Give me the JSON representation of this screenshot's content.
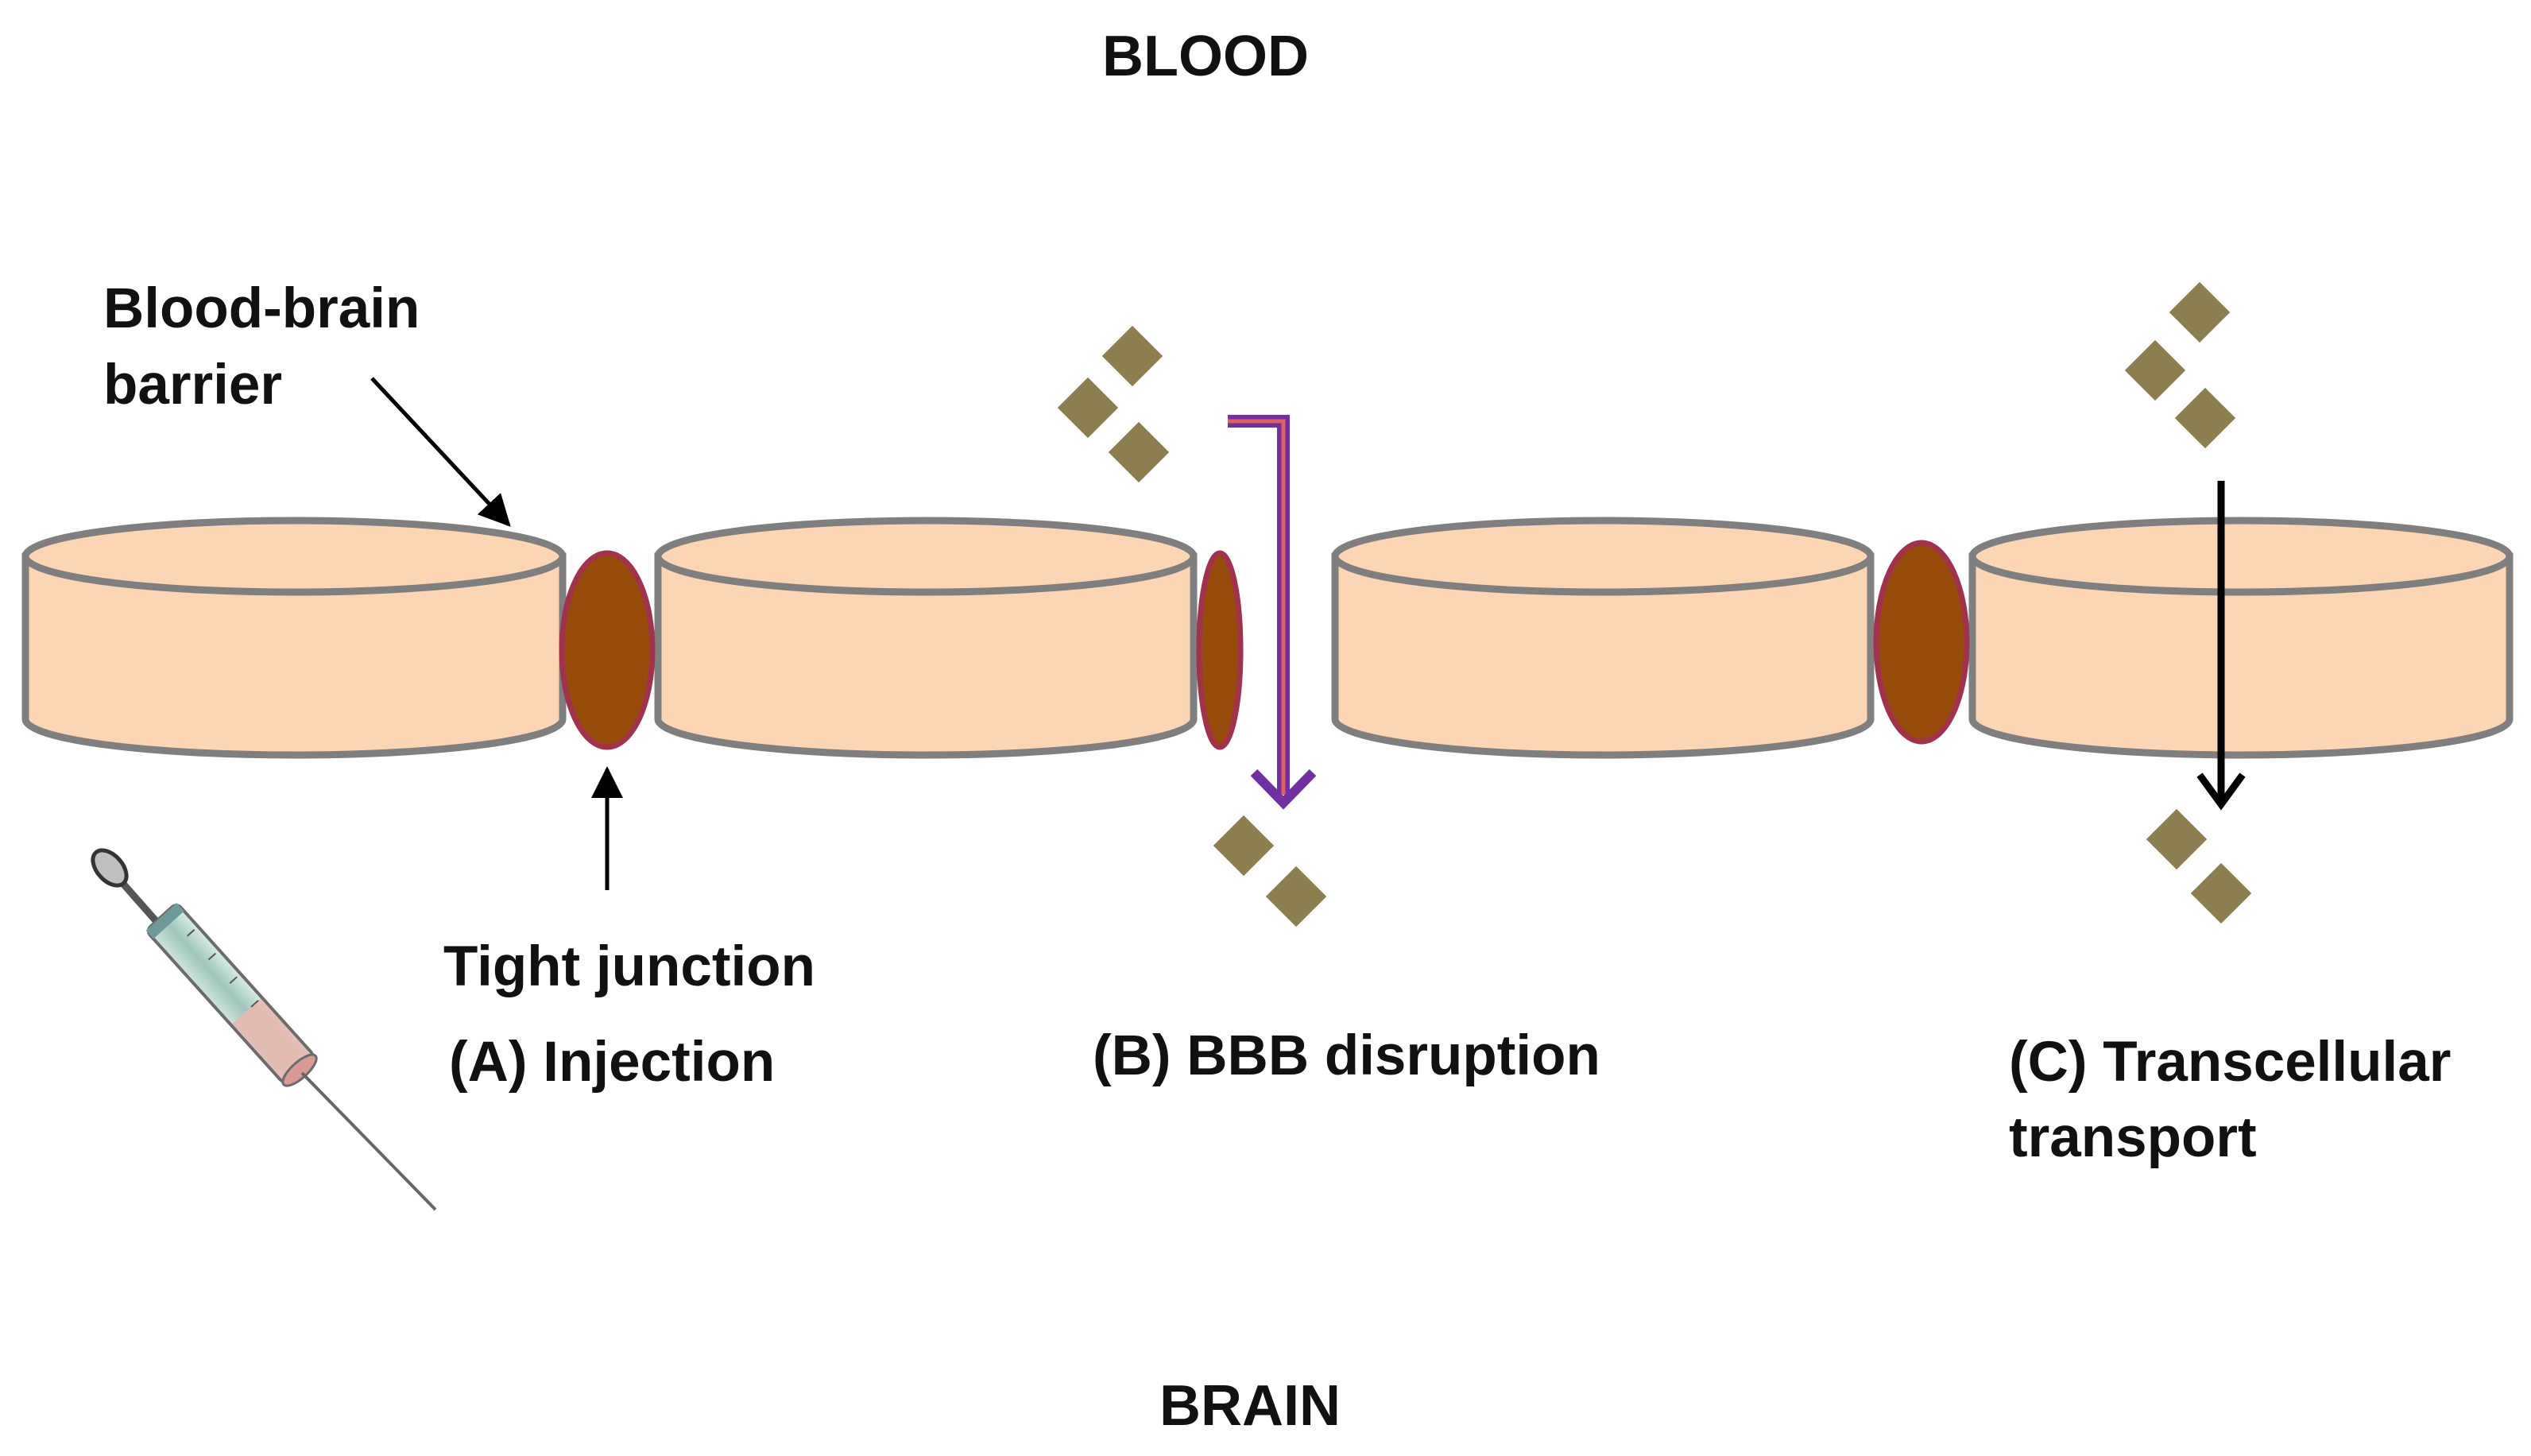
{
  "labels": {
    "blood": "BLOOD",
    "brain": "BRAIN",
    "bbb_line1": "Blood-brain",
    "bbb_line2": "barrier",
    "tight_junction": "Tight junction",
    "injection": "(A) Injection",
    "disruption": "(B) BBB disruption",
    "transcellular_line1": "(C) Transcellular",
    "transcellular_line2": "transport"
  },
  "colors": {
    "cell_fill": "#fcd5b4",
    "cell_stroke": "#7f7f7f",
    "junction_fill": "#964b0a",
    "junction_stroke": "#a0324b",
    "molecule": "#8c7e4f",
    "disruption_arrow": "#7030a0",
    "disruption_arrow_inner": "#e06060",
    "arrow": "#000000"
  },
  "icons": {
    "syringe": "syringe-icon",
    "molecule": "molecule-icon"
  }
}
